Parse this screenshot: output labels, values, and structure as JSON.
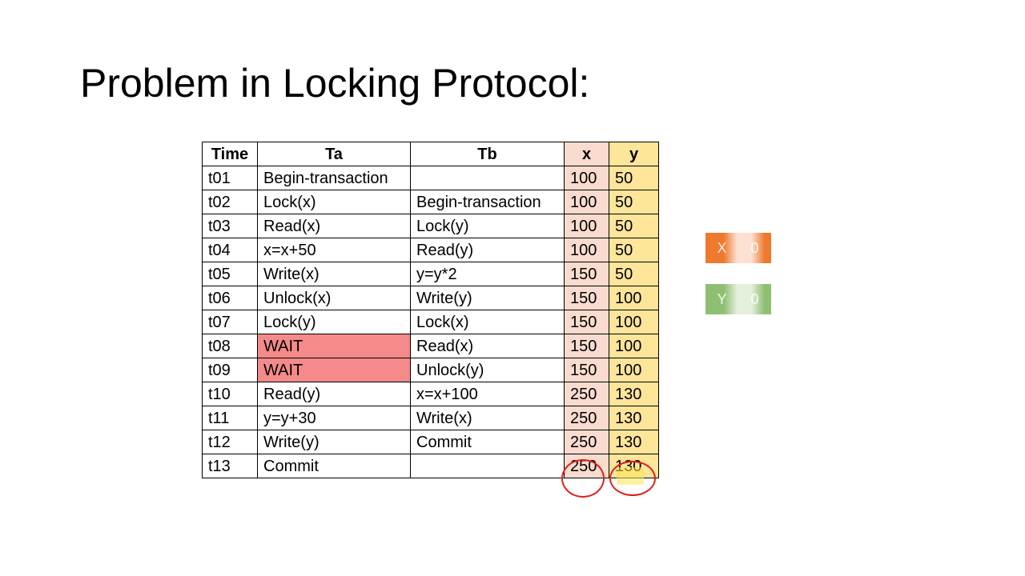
{
  "slide": {
    "title": "Problem in Locking Protocol:"
  },
  "table": {
    "headers": [
      "Time",
      "Ta",
      "Tb",
      "x",
      "y"
    ],
    "rows": [
      {
        "time": "t01",
        "ta": "Begin-transaction",
        "tb": "",
        "x": "100",
        "y": "50",
        "ta_wait": false
      },
      {
        "time": "t02",
        "ta": "Lock(x)",
        "tb": "Begin-transaction",
        "x": "100",
        "y": "50",
        "ta_wait": false
      },
      {
        "time": "t03",
        "ta": "Read(x)",
        "tb": "Lock(y)",
        "x": "100",
        "y": "50",
        "ta_wait": false
      },
      {
        "time": "t04",
        "ta": "x=x+50",
        "tb": "Read(y)",
        "x": "100",
        "y": "50",
        "ta_wait": false
      },
      {
        "time": "t05",
        "ta": "Write(x)",
        "tb": "y=y*2",
        "x": "150",
        "y": "50",
        "ta_wait": false
      },
      {
        "time": "t06",
        "ta": "Unlock(x)",
        "tb": "Write(y)",
        "x": "150",
        "y": "100",
        "ta_wait": false
      },
      {
        "time": "t07",
        "ta": "Lock(y)",
        "tb": "Lock(x)",
        "x": "150",
        "y": "100",
        "ta_wait": false
      },
      {
        "time": "t08",
        "ta": "WAIT",
        "tb": "Read(x)",
        "x": "150",
        "y": "100",
        "ta_wait": true
      },
      {
        "time": "t09",
        "ta": "WAIT",
        "tb": "Unlock(y)",
        "x": "150",
        "y": "100",
        "ta_wait": true
      },
      {
        "time": "t10",
        "ta": "Read(y)",
        "tb": "x=x+100",
        "x": "250",
        "y": "130",
        "ta_wait": false
      },
      {
        "time": "t11",
        "ta": "y=y+30",
        "tb": "Write(x)",
        "x": "250",
        "y": "130",
        "ta_wait": false
      },
      {
        "time": "t12",
        "ta": "Write(y)",
        "tb": "Commit",
        "x": "250",
        "y": "130",
        "ta_wait": false
      },
      {
        "time": "t13",
        "ta": "Commit",
        "tb": "",
        "x": "250",
        "y": "130",
        "ta_wait": false
      }
    ]
  },
  "variables": {
    "x": {
      "label": "X",
      "value": "0"
    },
    "y": {
      "label": "Y",
      "value": "0"
    }
  },
  "colors": {
    "x_column": "#f9dccf",
    "y_column": "#fde59a",
    "wait_cell": "#f48a8a",
    "annotation_circle": "#e0201a",
    "x_box": "#ef7a2e",
    "y_box": "#8fbf73"
  }
}
